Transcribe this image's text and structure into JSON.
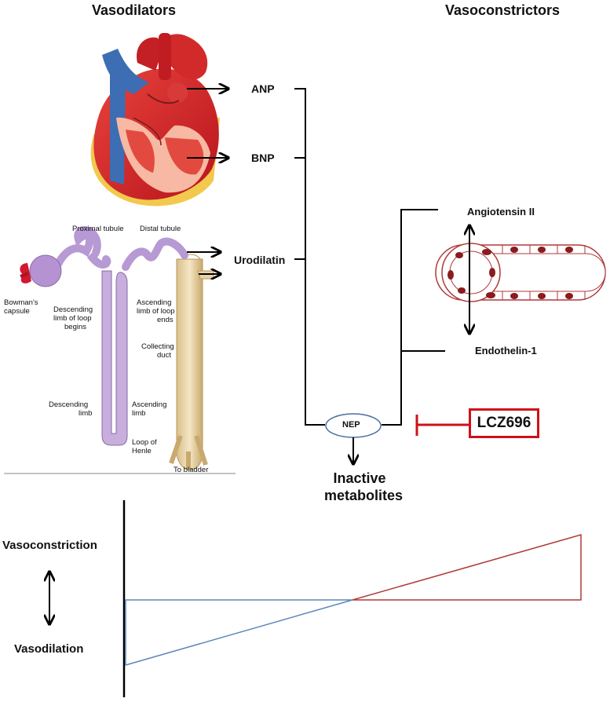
{
  "headings": {
    "left": "Vasodilators",
    "right": "Vasoconstrictors"
  },
  "hormones": {
    "anp": "ANP",
    "bnp": "BNP",
    "urodilatin": "Urodilatin"
  },
  "constrictors": {
    "angiotensin": "Angiotensin II",
    "endothelin": "Endothelin-1"
  },
  "enzyme": "NEP",
  "drug": "LCZ696",
  "product": {
    "line1": "Inactive",
    "line2": "metabolites"
  },
  "kidney_labels": {
    "proximal": "Proximal tubule",
    "distal": "Distal tubule",
    "bowman1": "Bowman's",
    "bowman2": "capsule",
    "desc_begin1": "Descending",
    "desc_begin2": "limb of loop",
    "desc_begin3": "begins",
    "asc_end1": "Ascending",
    "asc_end2": "limb of loop",
    "asc_end3": "ends",
    "collecting1": "Collecting",
    "collecting2": "duct",
    "desc_limb1": "Descending",
    "desc_limb2": "limb",
    "asc_limb1": "Ascending",
    "asc_limb2": "limb",
    "loop1": "Loop of",
    "loop2": "Henle",
    "bladder": "To bladder"
  },
  "balance": {
    "top": "Vasoconstriction",
    "bottom": "Vasodilation"
  },
  "colors": {
    "inhibitor": "#d0101a",
    "vasoconstriction": "#b03a3a",
    "vasodilation": "#5b86b8",
    "nep_outline": "#4a6fa0"
  }
}
